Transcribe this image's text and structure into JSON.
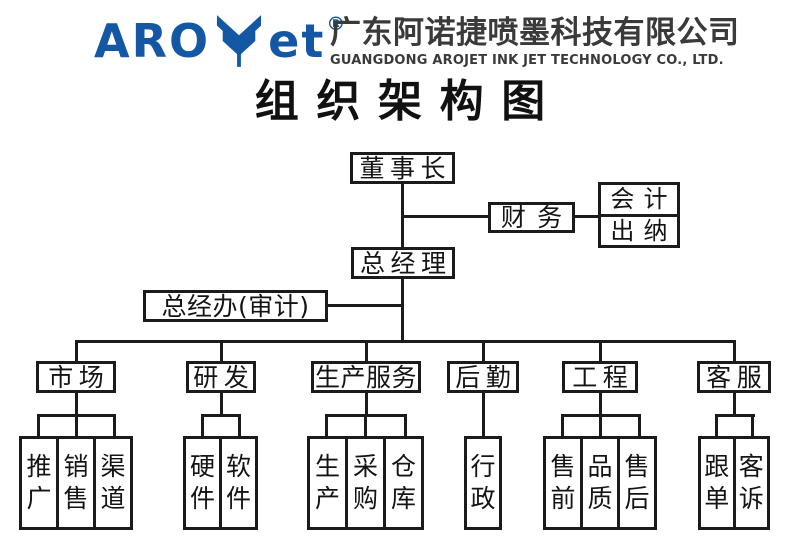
{
  "header": {
    "logo_text_1": "ARO",
    "logo_text_2": "et",
    "registered_mark": "®",
    "company_name_cn": "广东阿诺捷喷墨科技有限公司",
    "company_name_en": "GUANGDONG AROJET INK JET TECHNOLOGY CO., LTD.",
    "brand_color": "#1457a5"
  },
  "title": "组织架构图",
  "org": {
    "chairman": "董事长",
    "finance": "财务",
    "finance_children": {
      "accounting": "会计",
      "cashier": "出纳"
    },
    "general_manager": "总经理",
    "gm_office": "总经办(审计)",
    "departments": [
      {
        "name": "市场",
        "children": [
          "推广",
          "销售",
          "渠道"
        ]
      },
      {
        "name": "研发",
        "children": [
          "硬件",
          "软件"
        ]
      },
      {
        "name": "生产服务",
        "children": [
          "生产",
          "采购",
          "仓库"
        ]
      },
      {
        "name": "后勤",
        "children": [
          "行政"
        ]
      },
      {
        "name": "工程",
        "children": [
          "售前",
          "品质",
          "售后"
        ]
      },
      {
        "name": "客服",
        "children": [
          "跟单",
          "客诉"
        ]
      }
    ]
  }
}
